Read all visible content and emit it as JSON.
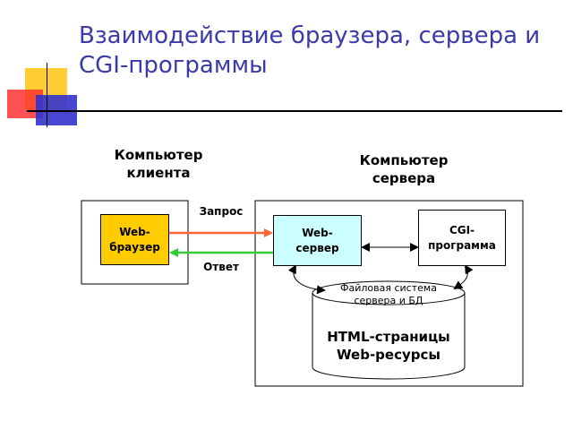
{
  "title": "Взаимодействие браузера, сервера и\nCGI-программы",
  "client_label": "Компьютер\nклиента",
  "server_label": "Компьютер\nсервера",
  "browser": "Web-\nбраузер",
  "web_server": "Web-\nсервер",
  "cgi_program": "CGI-\nпрограмма",
  "request": "Запрос",
  "response": "Ответ",
  "file_system": "Файловая система\nсервера и БД",
  "storage_content": "HTML-страницы\nWeb-ресурсы",
  "colors": {
    "title": "#3a3aa8",
    "browser_fill": "#ffcc00",
    "server_fill": "#ccffff",
    "request_arrow": "#ff6633",
    "response_arrow": "#33cc33",
    "deco_yellow": "#ffcc33",
    "deco_red": "#ff3333",
    "deco_blue": "#3333cc"
  }
}
